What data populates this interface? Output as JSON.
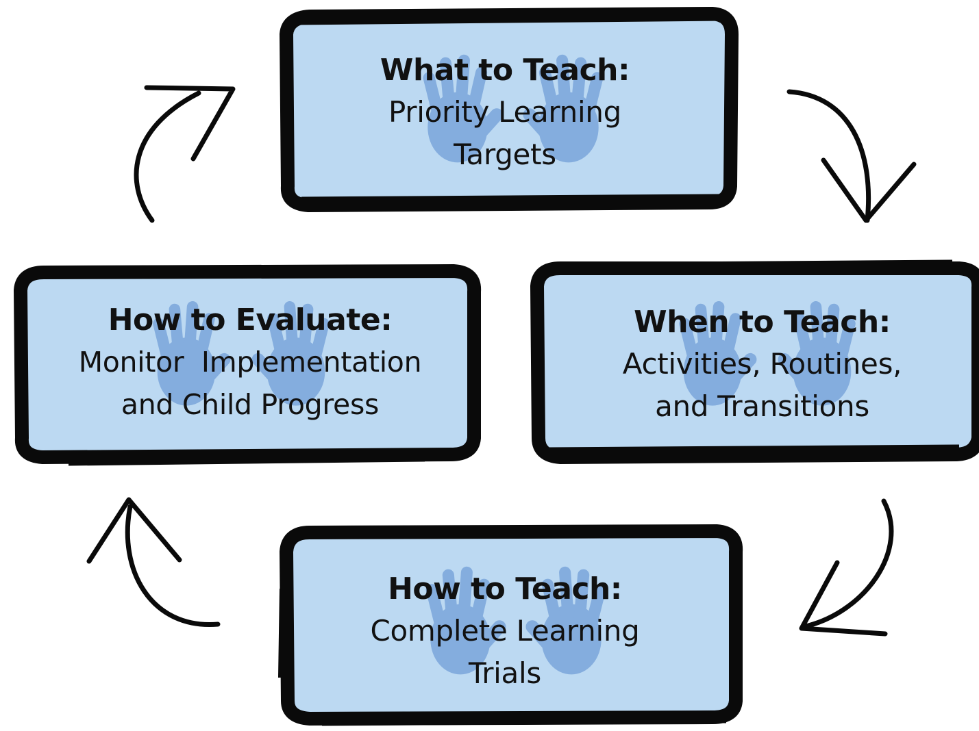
{
  "colors": {
    "box_fill": "#bcd9f2",
    "hand_fill": "#7fa9dc",
    "outline": "#0a0a0a",
    "text": "#111111"
  },
  "icons": [
    "handprint-icon",
    "arrow-icon"
  ],
  "cycle": [
    {
      "heading": "What to Teach:",
      "lines": [
        "Priority Learning",
        "Targets"
      ]
    },
    {
      "heading": "When to Teach:",
      "lines": [
        "Activities, Routines,",
        "and Transitions"
      ]
    },
    {
      "heading": "How to Teach:",
      "lines": [
        "Complete Learning",
        "Trials"
      ]
    },
    {
      "heading": "How to Evaluate:",
      "lines": [
        "Monitor  Implementation",
        "and Child Progress"
      ]
    }
  ]
}
